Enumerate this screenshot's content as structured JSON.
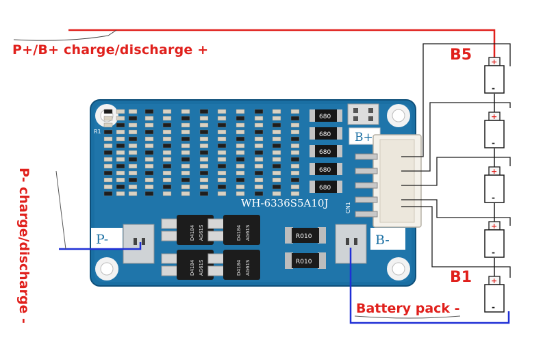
{
  "labels": {
    "p_plus": "P+/B+ charge/discharge +",
    "p_minus": "P- charge/discharge -",
    "battery_pack_minus": "Battery pack -",
    "b5": "B5",
    "b1": "B1"
  },
  "board": {
    "model": "WH-6336S5A10J",
    "pad_b_plus": "B+",
    "pad_b_minus": "B-",
    "pad_p_minus": "P-",
    "resistor_top": "R010",
    "resistor_bottom": "R010",
    "connector_ref": "CN1",
    "corner_ref": "R1",
    "mosfet_marks": [
      "D4184",
      "D4184",
      "D4184",
      "D4184"
    ],
    "mosfet_codes": [
      "AG61S",
      "AG61S",
      "AG61S",
      "AG61S"
    ],
    "smd_code": "680"
  },
  "battery_cells": {
    "count": 5,
    "plus_symbol": "+",
    "minus_symbol": "-"
  },
  "colors": {
    "label": "#e0201c",
    "positive_wire": "#e0201c",
    "negative_wire": "#1f2fd6",
    "board": "#1a6fa3",
    "balance_wire": "#1a1a1a"
  }
}
